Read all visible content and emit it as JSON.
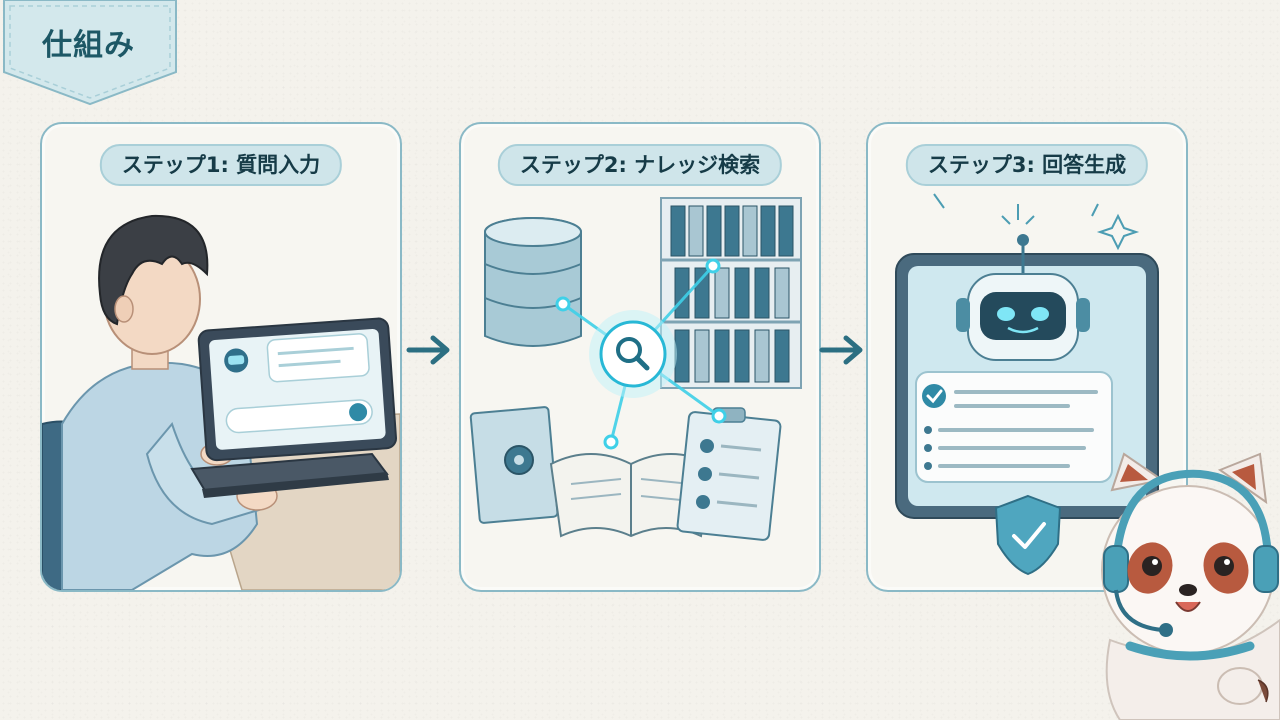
{
  "header": {
    "title": "仕組み"
  },
  "steps": [
    {
      "label": "ステップ1: 質問入力",
      "illustration": "person-laptop-chat"
    },
    {
      "label": "ステップ2: ナレッジ検索",
      "illustration": "knowledge-search-hub"
    },
    {
      "label": "ステップ3: 回答生成",
      "illustration": "robot-answer-tablet"
    }
  ],
  "colors": {
    "accent": "#1d5866",
    "line": "#8ab9c6",
    "pill": "#cfe5ea",
    "glow": "#3fd0e8"
  }
}
